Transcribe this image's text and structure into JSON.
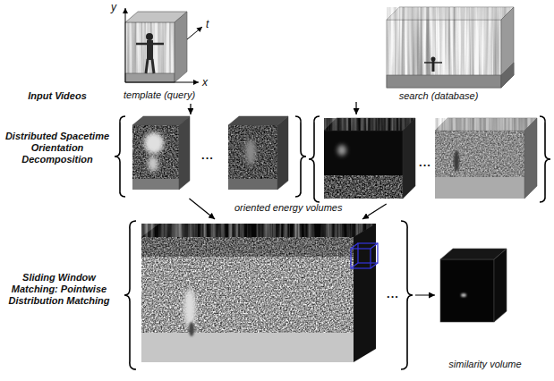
{
  "diagram": {
    "nodes": [
      {
        "text": [
          "template (query)"
        ]
      },
      {
        "text": [
          "search (database)"
        ]
      },
      {
        "text": [
          "..."
        ]
      },
      {
        "text": [
          "..."
        ]
      },
      {
        "text": [
          "..."
        ]
      },
      {
        "text": [
          "similarity volume"
        ]
      }
    ],
    "edges": [
      {
        "from": 0,
        "to": 2,
        "arrow": "to"
      },
      {
        "from": 1,
        "to": 3,
        "arrow": "to"
      },
      {
        "from": 2,
        "to": 4,
        "arrow": "to"
      },
      {
        "from": 3,
        "to": 4,
        "arrow": "to"
      },
      {
        "from": 4,
        "to": 5,
        "arrow": "to"
      }
    ],
    "labels": [
      "Input Videos",
      "Distributed Spacetime Orientation Decomposition",
      "Sliding Window Matching: Pointwise Distribution Matching",
      "y",
      "t",
      "x",
      "oriented energy volumes"
    ]
  }
}
